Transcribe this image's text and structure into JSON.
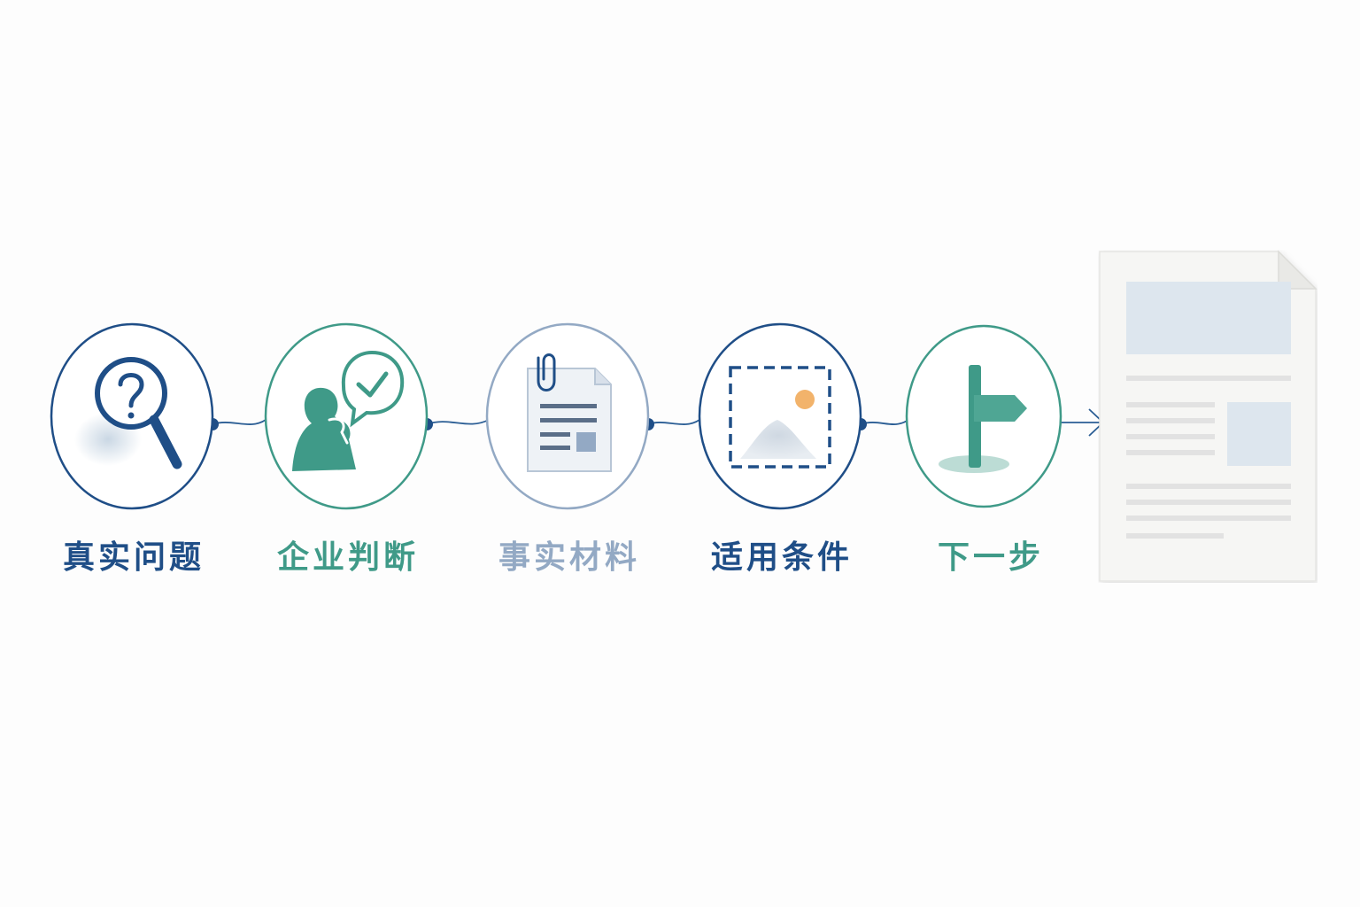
{
  "colors": {
    "navy": "#1f4e87",
    "teal": "#3f9a88",
    "gray_blue": "#93a9c4",
    "orange": "#f2b36b"
  },
  "steps": [
    {
      "label": "真实问题",
      "color": "#1f4e87",
      "icon": "magnifier-question-icon"
    },
    {
      "label": "企业判断",
      "color": "#3f9a88",
      "icon": "thinking-person-check-icon"
    },
    {
      "label": "事实材料",
      "color": "#93a9c4",
      "icon": "clipped-document-icon"
    },
    {
      "label": "适用条件",
      "color": "#1f4e87",
      "icon": "framed-landscape-icon"
    },
    {
      "label": "下一步",
      "color": "#3f9a88",
      "icon": "signpost-icon"
    }
  ],
  "output": {
    "icon": "report-document-icon"
  }
}
